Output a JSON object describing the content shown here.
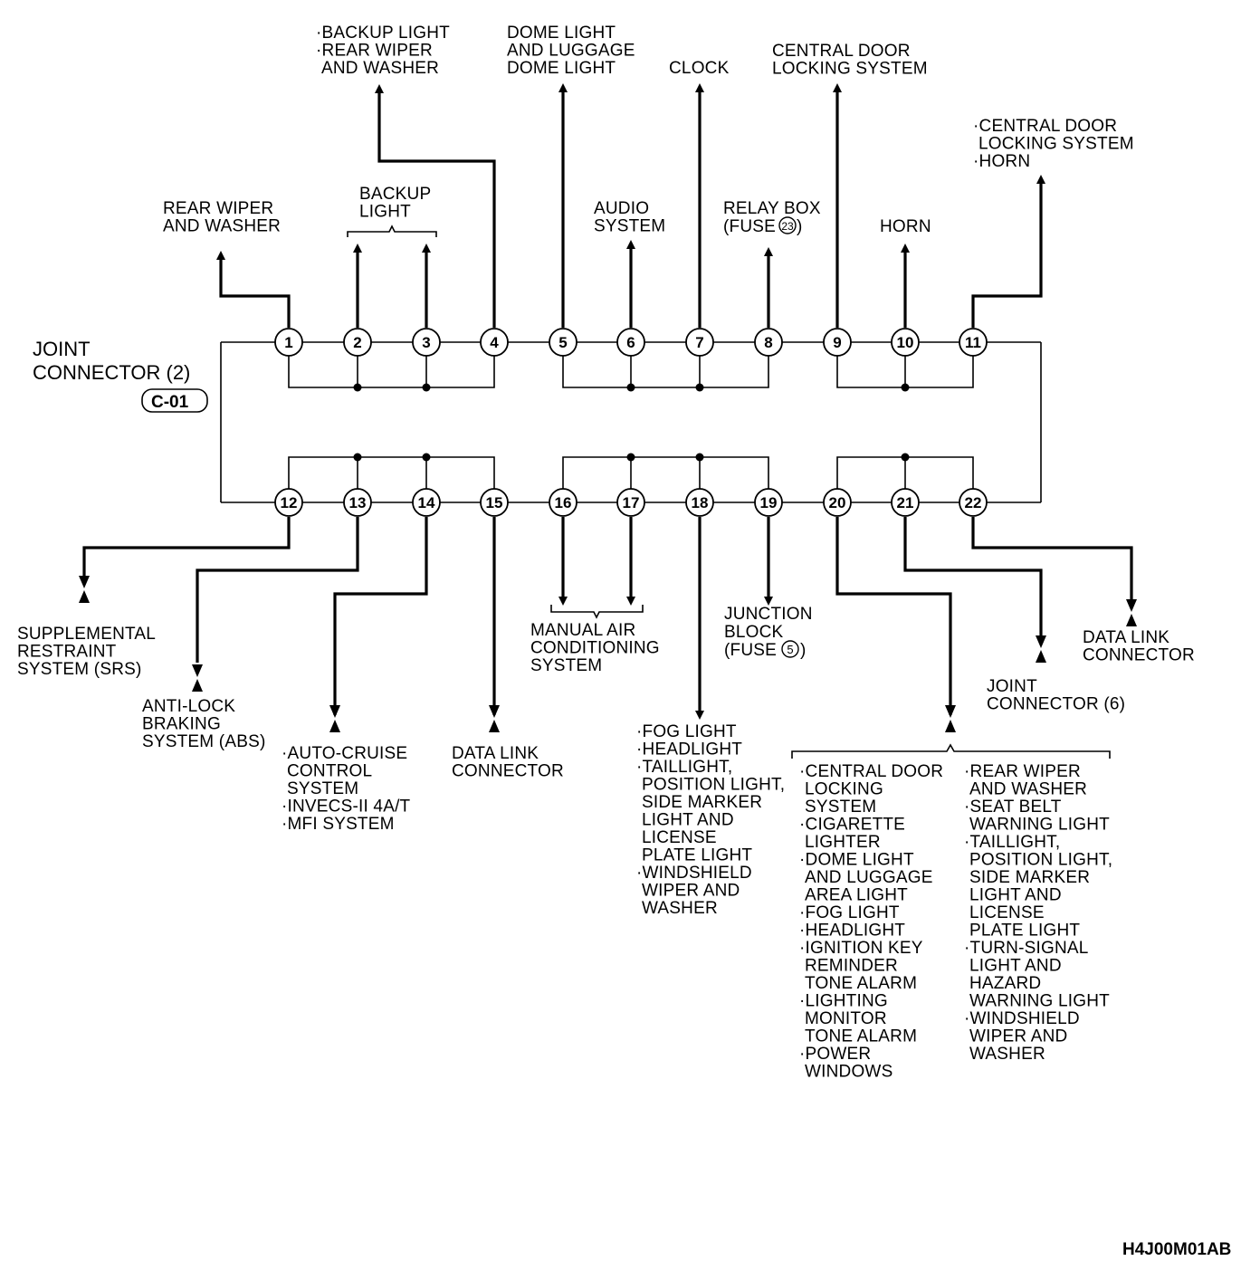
{
  "connector": {
    "title": "JOINT",
    "title2": "CONNECTOR (2)",
    "code": "C-01"
  },
  "pins": [
    "1",
    "2",
    "3",
    "4",
    "5",
    "6",
    "7",
    "8",
    "9",
    "10",
    "11",
    "12",
    "13",
    "14",
    "15",
    "16",
    "17",
    "18",
    "19",
    "20",
    "21",
    "22"
  ],
  "fuse_relay": "23",
  "fuse_junction": "5",
  "labels": {
    "p1": [
      "REAR WIPER",
      "AND WASHER"
    ],
    "p23": [
      "BACKUP",
      "LIGHT"
    ],
    "p4": [
      "·BACKUP LIGHT",
      "·REAR WIPER",
      "AND WASHER"
    ],
    "p5": [
      "DOME LIGHT",
      "AND LUGGAGE",
      "DOME LIGHT"
    ],
    "p6": [
      "AUDIO",
      "SYSTEM"
    ],
    "p7": [
      "CLOCK"
    ],
    "p8": [
      "RELAY BOX",
      "(FUSE",
      ")"
    ],
    "p9": [
      "CENTRAL DOOR",
      "LOCKING SYSTEM"
    ],
    "p10": [
      "HORN"
    ],
    "p11": [
      "·CENTRAL DOOR",
      "LOCKING SYSTEM",
      "·HORN"
    ],
    "p12": [
      "SUPPLEMENTAL",
      "RESTRAINT",
      "SYSTEM (SRS)"
    ],
    "p13": [
      "ANTI-LOCK",
      "BRAKING",
      "SYSTEM (ABS)"
    ],
    "p14": [
      "·AUTO-CRUISE",
      "CONTROL",
      "SYSTEM",
      "·INVECS-II 4A/T",
      "·MFI SYSTEM"
    ],
    "p15": [
      "DATA LINK",
      "CONNECTOR"
    ],
    "p1617": [
      "MANUAL AIR",
      "CONDITIONING",
      "SYSTEM"
    ],
    "p18": [
      "·FOG LIGHT",
      "·HEADLIGHT",
      "·TAILLIGHT,",
      "POSITION LIGHT,",
      "SIDE MARKER",
      "LIGHT AND",
      "LICENSE",
      "PLATE LIGHT",
      "·WINDSHIELD",
      "WIPER AND",
      "WASHER"
    ],
    "p19": [
      "JUNCTION",
      "BLOCK",
      "(FUSE",
      ")"
    ],
    "p20_left": [
      "·CENTRAL DOOR",
      "LOCKING",
      "SYSTEM",
      "·CIGARETTE",
      "LIGHTER",
      "·DOME LIGHT",
      "AND LUGGAGE",
      "AREA LIGHT",
      "·FOG LIGHT",
      "·HEADLIGHT",
      "·IGNITION KEY",
      "REMINDER",
      "TONE ALARM",
      "·LIGHTING",
      "MONITOR",
      "TONE ALARM",
      "·POWER",
      "WINDOWS"
    ],
    "p20_right": [
      "·REAR WIPER",
      "AND WASHER",
      "·SEAT BELT",
      "WARNING LIGHT",
      "·TAILLIGHT,",
      "POSITION LIGHT,",
      "SIDE MARKER",
      "LIGHT AND",
      "LICENSE",
      "PLATE LIGHT",
      "·TURN-SIGNAL",
      "LIGHT AND",
      "HAZARD",
      "WARNING LIGHT",
      "·WINDSHIELD",
      "WIPER AND",
      "WASHER"
    ],
    "p21": [
      "JOINT",
      "CONNECTOR (6)"
    ],
    "p22": [
      "DATA LINK",
      "CONNECTOR"
    ]
  },
  "figure_id": "H4J00M01AB"
}
